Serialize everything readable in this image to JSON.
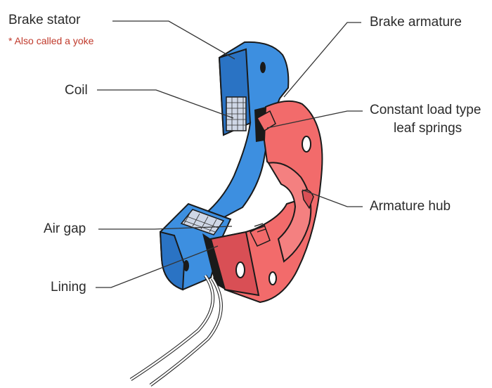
{
  "colors": {
    "stator": "#3d8fe0",
    "stator_dark": "#2a73c4",
    "armature": "#f26b6b",
    "armature_dark": "#d94f55",
    "outline": "#1a1a1a",
    "text": "#2b2b2b",
    "note": "#c0392b",
    "background": "#ffffff"
  },
  "labels": {
    "brake_stator": "Brake stator",
    "stator_note": "* Also called a yoke",
    "coil": "Coil",
    "air_gap": "Air gap",
    "lining": "Lining",
    "brake_armature": "Brake armature",
    "leaf_springs_line1": "Constant load type",
    "leaf_springs_line2": "leaf springs",
    "armature_hub": "Armature hub"
  }
}
